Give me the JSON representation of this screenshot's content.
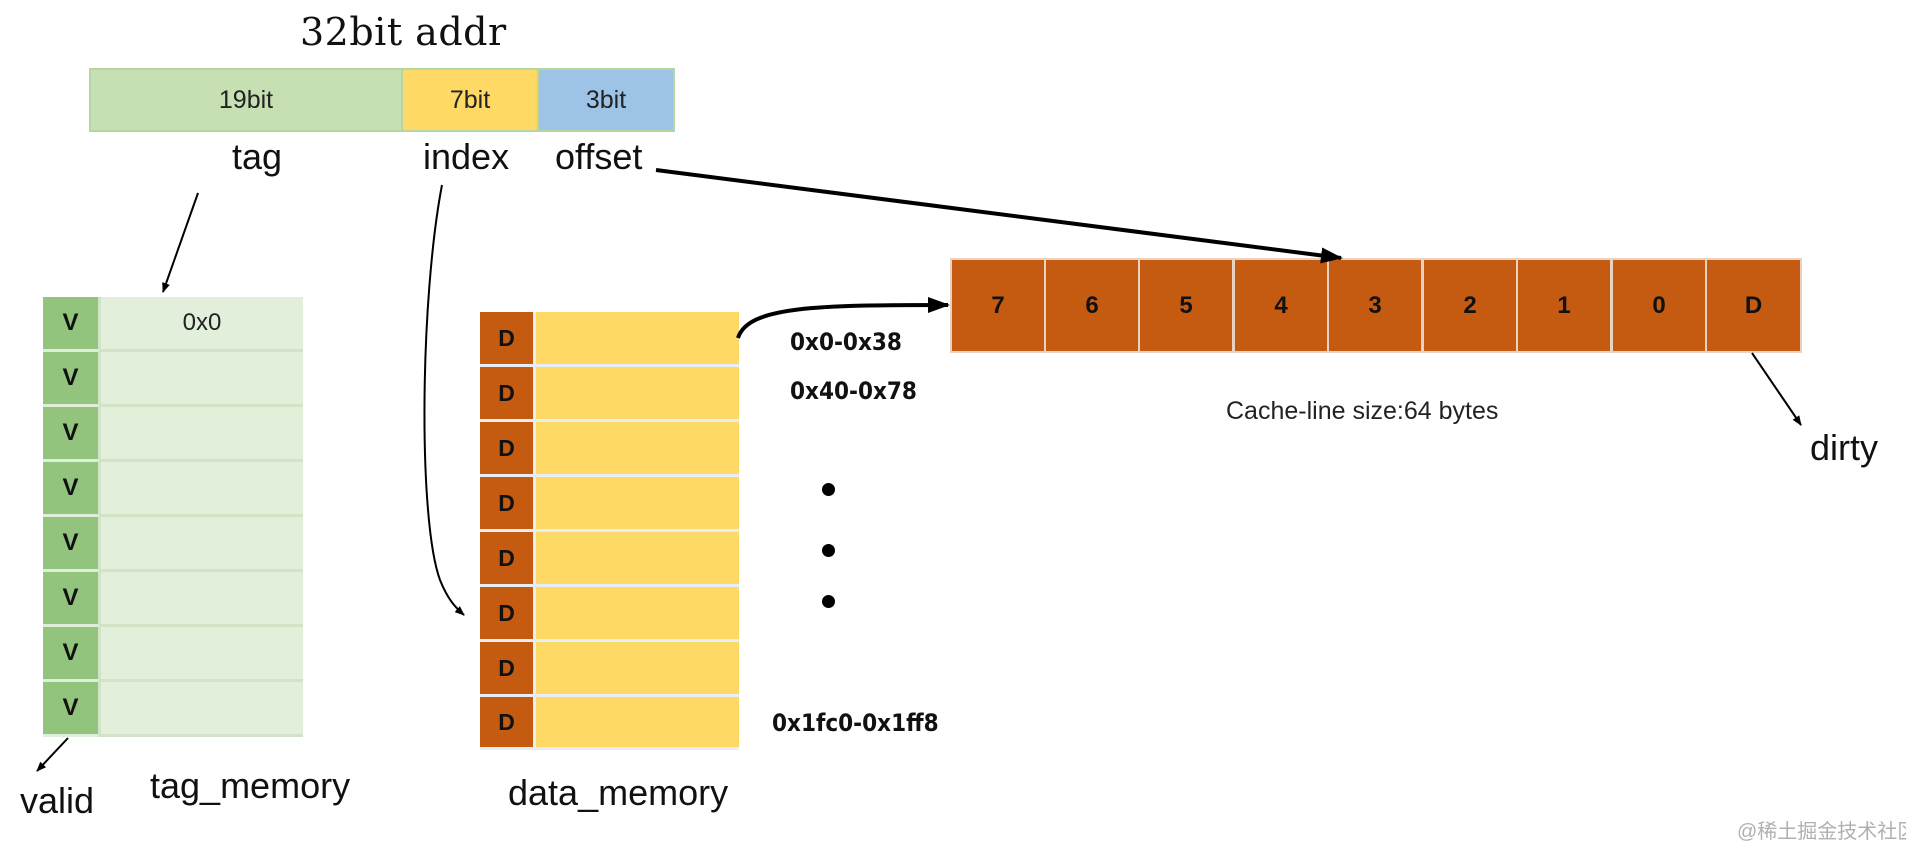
{
  "address": {
    "title": "32bit addr",
    "fields": [
      {
        "bits": "19bit",
        "label": "tag",
        "color": "#c6e0b4"
      },
      {
        "bits": "7bit",
        "label": "index",
        "color": "#ffd966"
      },
      {
        "bits": "3bit",
        "label": "offset",
        "color": "#9dc3e6"
      }
    ]
  },
  "tag_memory": {
    "label": "tag_memory",
    "valid_label": "valid",
    "rows": [
      {
        "flag": "V",
        "tag": "0x0"
      },
      {
        "flag": "V",
        "tag": ""
      },
      {
        "flag": "V",
        "tag": ""
      },
      {
        "flag": "V",
        "tag": ""
      },
      {
        "flag": "V",
        "tag": ""
      },
      {
        "flag": "V",
        "tag": ""
      },
      {
        "flag": "V",
        "tag": ""
      },
      {
        "flag": "V",
        "tag": ""
      }
    ]
  },
  "data_memory": {
    "label": "data_memory",
    "rows": [
      "D",
      "D",
      "D",
      "D",
      "D",
      "D",
      "D",
      "D"
    ],
    "ranges": {
      "first": "0x0-0x38",
      "second": "0x40-0x78",
      "last": "0x1fc0-0x1ff8"
    }
  },
  "cache_line": {
    "cells": [
      "7",
      "6",
      "5",
      "4",
      "3",
      "2",
      "1",
      "0",
      "D"
    ],
    "size_note": "Cache-line size:64 bytes",
    "dirty_label": "dirty"
  },
  "colors": {
    "valid_bit": "#93c47d",
    "tag_cell": "#e2efda",
    "dirty_bit": "#c55a11",
    "data_cell": "#ffd966"
  },
  "watermark": "@稀土掘金技术社区"
}
